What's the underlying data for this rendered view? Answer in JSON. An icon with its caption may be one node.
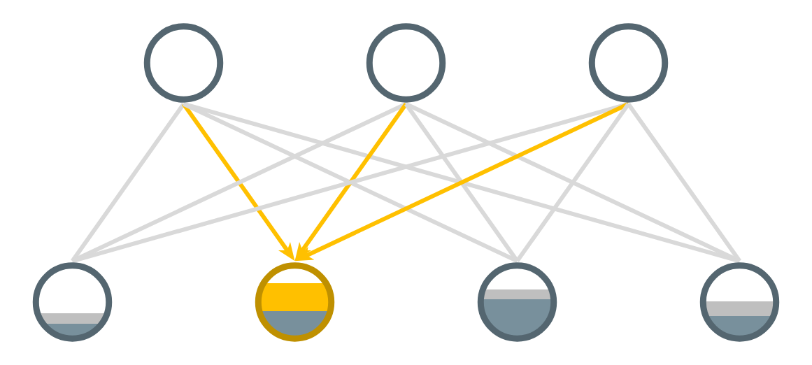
{
  "diagram": {
    "nodes": [
      {
        "text": [],
        "shape": "circle"
      },
      {
        "text": [],
        "shape": "circle"
      },
      {
        "text": [],
        "shape": "circle"
      },
      {
        "text": [],
        "shape": "circle"
      },
      {
        "text": [],
        "shape": "circle"
      },
      {
        "text": [],
        "shape": "circle"
      },
      {
        "text": [],
        "shape": "circle"
      }
    ],
    "edges": [
      {
        "from": 0,
        "to": 3,
        "arrow": "none"
      },
      {
        "from": 0,
        "to": 4,
        "arrow": "to",
        "color": "#ffc000"
      },
      {
        "from": 0,
        "to": 5,
        "arrow": "none"
      },
      {
        "from": 0,
        "to": 6,
        "arrow": "none"
      },
      {
        "from": 1,
        "to": 3,
        "arrow": "none"
      },
      {
        "from": 1,
        "to": 4,
        "arrow": "to",
        "color": "#ffc000"
      },
      {
        "from": 1,
        "to": 5,
        "arrow": "none"
      },
      {
        "from": 1,
        "to": 6,
        "arrow": "none"
      },
      {
        "from": 2,
        "to": 3,
        "arrow": "none"
      },
      {
        "from": 2,
        "to": 4,
        "arrow": "to",
        "color": "#ffc000"
      },
      {
        "from": 2,
        "to": 5,
        "arrow": "none"
      },
      {
        "from": 2,
        "to": 6,
        "arrow": "none"
      }
    ]
  }
}
